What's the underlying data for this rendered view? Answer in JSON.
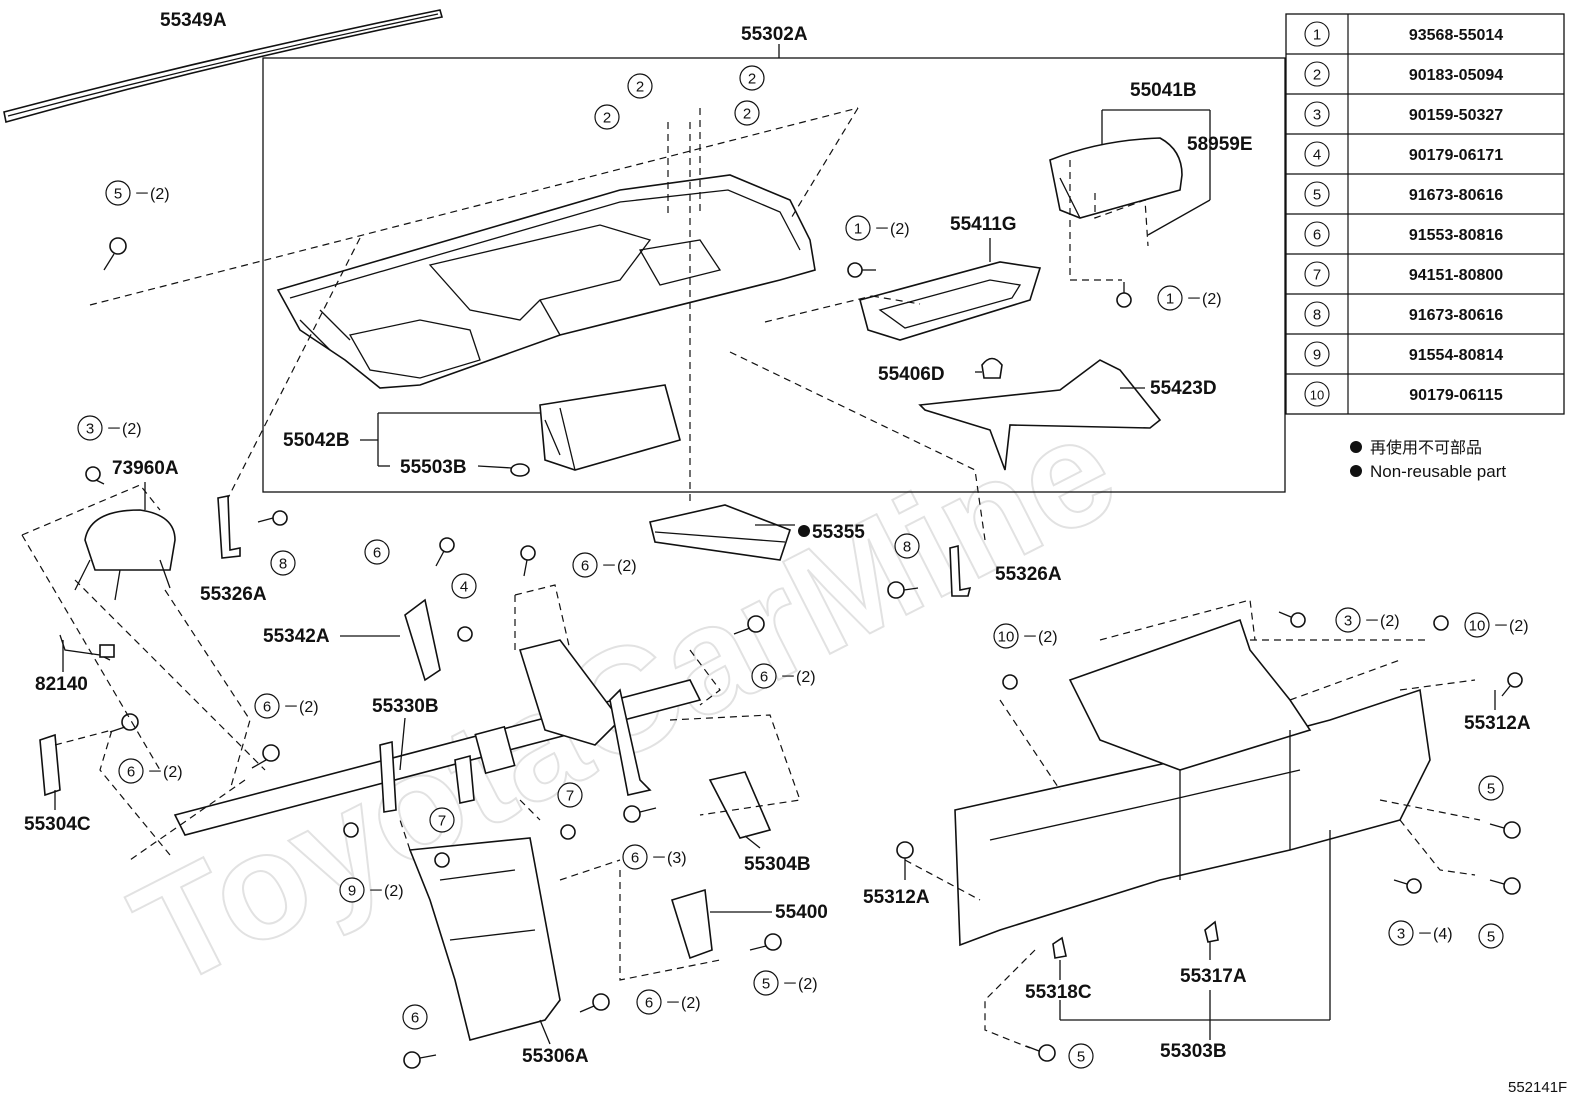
{
  "watermark": "ToyotaCarMine",
  "diagram_id": "552141F",
  "legend": {
    "jp": "再使用不可部品",
    "en": "Non-reusable part"
  },
  "table": [
    {
      "ref": "1",
      "part": "93568-55014"
    },
    {
      "ref": "2",
      "part": "90183-05094"
    },
    {
      "ref": "3",
      "part": "90159-50327"
    },
    {
      "ref": "4",
      "part": "90179-06171"
    },
    {
      "ref": "5",
      "part": "91673-80616"
    },
    {
      "ref": "6",
      "part": "91553-80816"
    },
    {
      "ref": "7",
      "part": "94151-80800"
    },
    {
      "ref": "8",
      "part": "91673-80616"
    },
    {
      "ref": "9",
      "part": "91554-80814"
    },
    {
      "ref": "10",
      "part": "90179-06115"
    }
  ],
  "labels": {
    "p55349A": "55349A",
    "p55302A": "55302A",
    "p55041B": "55041B",
    "p58959E": "58959E",
    "p55411G": "55411G",
    "p55406D": "55406D",
    "p55423D": "55423D",
    "p55042B": "55042B",
    "p55503B": "55503B",
    "p55355": "55355",
    "p73960A": "73960A",
    "p55326A_l": "55326A",
    "p55326A_r": "55326A",
    "p55342A": "55342A",
    "p55330B": "55330B",
    "p82140": "82140",
    "p55304C": "55304C",
    "p55304B": "55304B",
    "p55400": "55400",
    "p55306A": "55306A",
    "p55312A_r": "55312A",
    "p55312A_l": "55312A",
    "p55318C": "55318C",
    "p55317A": "55317A",
    "p55303B": "55303B"
  },
  "callouts": [
    {
      "n": "5",
      "qty": "－(2)"
    },
    {
      "n": "2",
      "qty": ""
    },
    {
      "n": "2",
      "qty": ""
    },
    {
      "n": "2",
      "qty": ""
    },
    {
      "n": "2",
      "qty": ""
    },
    {
      "n": "1",
      "qty": "－(2)"
    },
    {
      "n": "1",
      "qty": "－(2)"
    },
    {
      "n": "3",
      "qty": "－(2)"
    },
    {
      "n": "8",
      "qty": ""
    },
    {
      "n": "8",
      "qty": ""
    },
    {
      "n": "6",
      "qty": ""
    },
    {
      "n": "4",
      "qty": ""
    },
    {
      "n": "6",
      "qty": "－(2)"
    },
    {
      "n": "6",
      "qty": "－(2)"
    },
    {
      "n": "6",
      "qty": "－(2)"
    },
    {
      "n": "6",
      "qty": "－(2)"
    },
    {
      "n": "7",
      "qty": ""
    },
    {
      "n": "7",
      "qty": ""
    },
    {
      "n": "9",
      "qty": "－(2)"
    },
    {
      "n": "6",
      "qty": "－(3)"
    },
    {
      "n": "5",
      "qty": "－(2)"
    },
    {
      "n": "6",
      "qty": "－(2)"
    },
    {
      "n": "6",
      "qty": ""
    },
    {
      "n": "10",
      "qty": "－(2)"
    },
    {
      "n": "3",
      "qty": "－(2)"
    },
    {
      "n": "10",
      "qty": "－(2)"
    },
    {
      "n": "5",
      "qty": ""
    },
    {
      "n": "3",
      "qty": "－(4)"
    },
    {
      "n": "5",
      "qty": ""
    },
    {
      "n": "5",
      "qty": ""
    }
  ]
}
